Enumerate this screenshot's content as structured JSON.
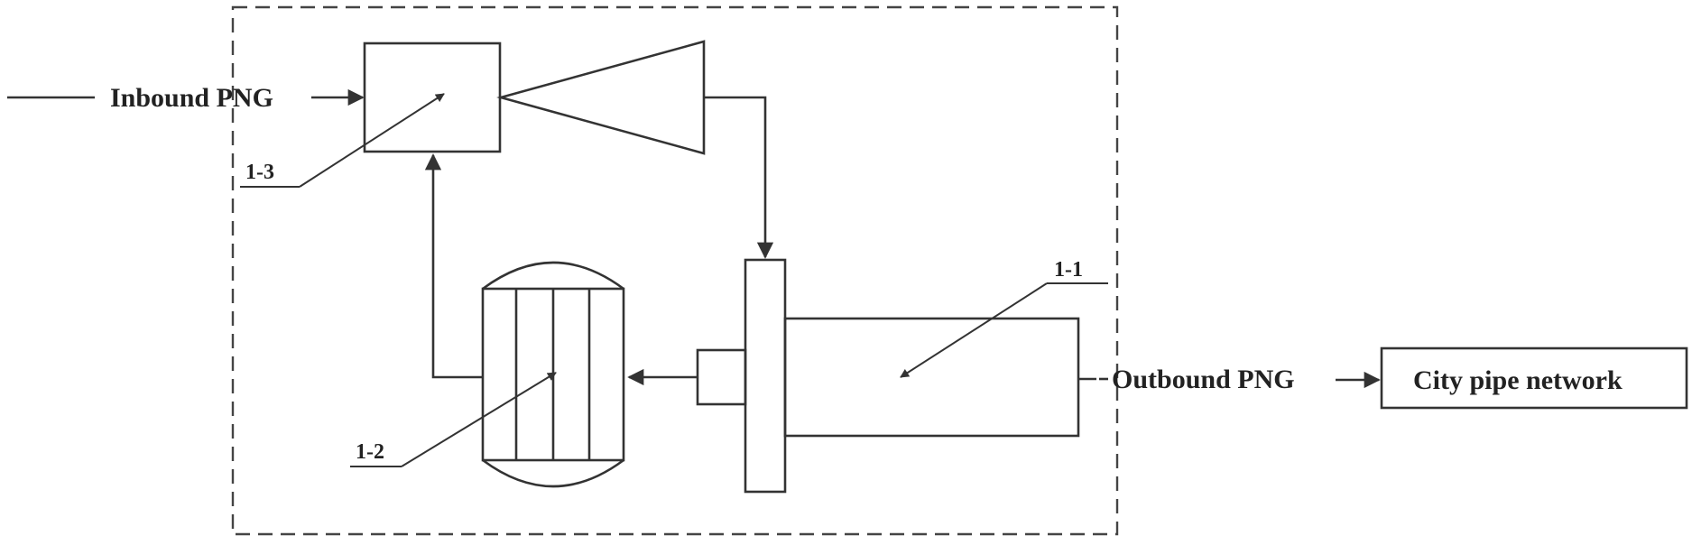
{
  "labels": {
    "inbound": "Inbound PNG",
    "outbound": "Outbound PNG",
    "city": "City pipe network"
  },
  "refs": {
    "r11": "1-1",
    "r12": "1-2",
    "r13": "1-3"
  }
}
